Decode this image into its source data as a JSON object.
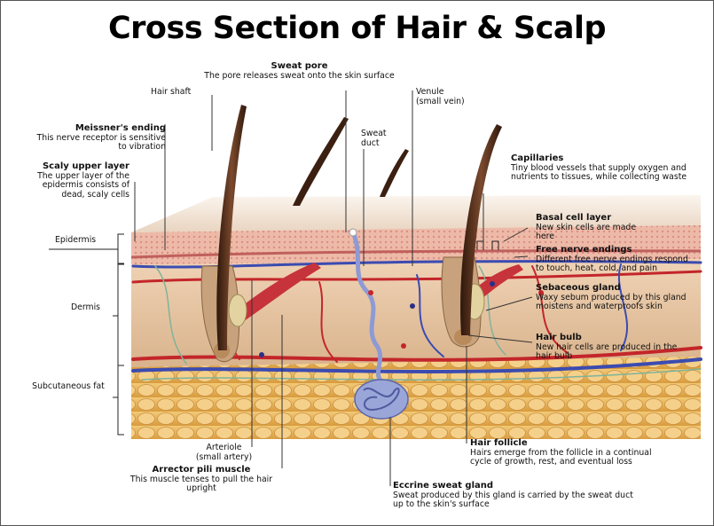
{
  "title": "Cross Section of Hair & Scalp",
  "labels": {
    "sweat_pore": {
      "name": "Sweat pore",
      "desc": "The pore releases sweat onto the skin surface"
    },
    "hair_shaft": {
      "name": "Hair shaft"
    },
    "venule": {
      "name": "Venule",
      "desc": "(small vein)"
    },
    "meissner": {
      "name": "Meissner's ending",
      "desc": "This nerve receptor is sensitive to vibration"
    },
    "sweat_duct": {
      "name": "Sweat duct"
    },
    "capillaries": {
      "name": "Capillaries",
      "desc": "Tiny blood vessels that supply oxygen and nutrients to tissues, while collecting waste"
    },
    "scaly_upper": {
      "name": "Scaly upper layer",
      "desc": "The upper layer of the epidermis consists of dead, scaly cells"
    },
    "basal": {
      "name": "Basal cell layer",
      "desc": "New skin cells are made here"
    },
    "epidermis": {
      "name": "Epidermis"
    },
    "free_nerve": {
      "name": "Free nerve endings",
      "desc": "Different free nerve endings respond to touch, heat, cold, and pain"
    },
    "dermis": {
      "name": "Dermis"
    },
    "sebaceous": {
      "name": "Sebaceous gland",
      "desc": "Waxy sebum produced by this gland moistens and waterproofs skin"
    },
    "hair_bulb": {
      "name": "Hair bulb",
      "desc": "New hair cells are produced in the hair bulb"
    },
    "subcutaneous": {
      "name": "Subcutaneous fat"
    },
    "arteriole": {
      "name": "Arteriole",
      "desc": "(small artery)"
    },
    "hair_follicle": {
      "name": "Hair follicle",
      "desc": "Hairs emerge from the follicle in a continual cycle of growth, rest, and eventual loss"
    },
    "arrector": {
      "name": "Arrector pili muscle",
      "desc": "This muscle tenses to pull the hair upright"
    },
    "eccrine": {
      "name": "Eccrine sweat gland",
      "desc": "Sweat produced by this gland is carried by the sweat duct up to the skin's surface"
    }
  },
  "colors": {
    "epidermis": "#e9b9a7",
    "dermis": "#e7c7a4",
    "fat": "#eab95d",
    "artery": "#c3262a",
    "vein": "#3b4bb0",
    "nerve": "#7fb39a",
    "hair": "#5a2f1a"
  }
}
